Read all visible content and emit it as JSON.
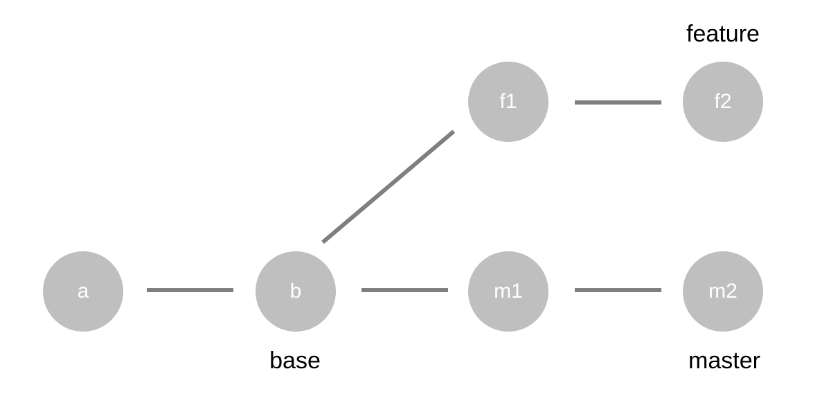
{
  "diagram": {
    "type": "git-branch-graph",
    "nodes": {
      "a": {
        "label": "a",
        "row": "base"
      },
      "b": {
        "label": "b",
        "row": "base"
      },
      "m1": {
        "label": "m1",
        "row": "master"
      },
      "m2": {
        "label": "m2",
        "row": "master"
      },
      "f1": {
        "label": "f1",
        "row": "feature"
      },
      "f2": {
        "label": "f2",
        "row": "feature"
      }
    },
    "edges": [
      {
        "from": "a",
        "to": "b"
      },
      {
        "from": "b",
        "to": "m1"
      },
      {
        "from": "m1",
        "to": "m2"
      },
      {
        "from": "b",
        "to": "f1"
      },
      {
        "from": "f1",
        "to": "f2"
      }
    ],
    "labels": {
      "feature": "feature",
      "base": "base",
      "master": "master"
    }
  },
  "colors": {
    "background": "#ffffff",
    "node_fill": "#bfbfbf",
    "node_text": "#ffffff",
    "edge_color": "#7f7f7f",
    "label_text": "#000000"
  }
}
